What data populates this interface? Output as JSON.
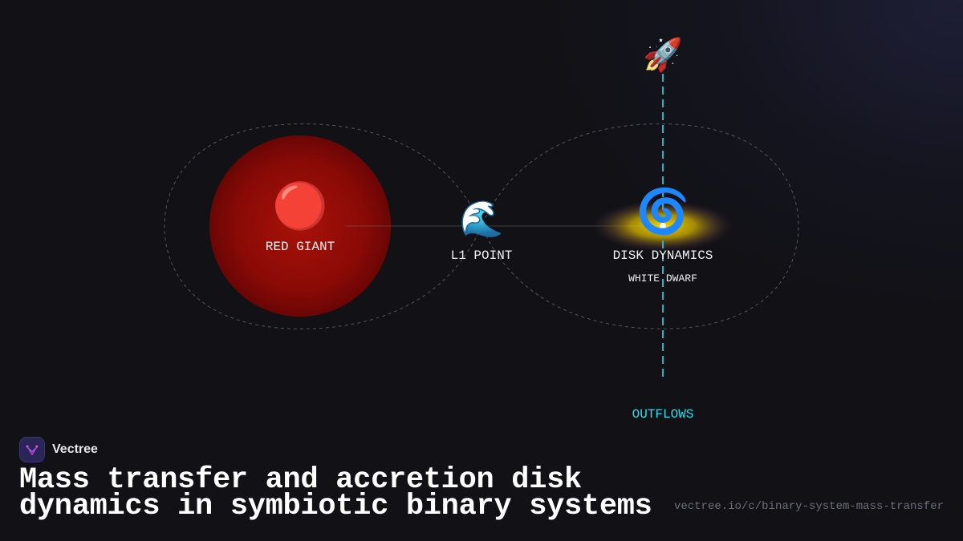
{
  "diagram": {
    "nodes": {
      "red_giant": {
        "icon": "🔴",
        "label": "RED GIANT"
      },
      "l1_point": {
        "icon": "🌊",
        "label": "L1 POINT"
      },
      "disk": {
        "icon": "🌀",
        "label": "DISK DYNAMICS",
        "sublabel": "WHITE DWARF"
      },
      "jet": {
        "icon": "🚀",
        "label": "OUTFLOWS"
      }
    },
    "colors": {
      "red_giant_core": "#a0100a",
      "red_giant_edge": "#5e0505",
      "disk_glow": "#e8c700",
      "jet_line": "#2bb0c8",
      "outflow_label": "#22e4f0",
      "lobe_stroke": "#55555e"
    }
  },
  "brand": {
    "name": "Vectree",
    "logo_icon": "vectree-logo-icon"
  },
  "title": "Mass transfer and accretion disk dynamics in symbiotic binary systems",
  "url": "vectree.io/c/binary-system-mass-transfer"
}
